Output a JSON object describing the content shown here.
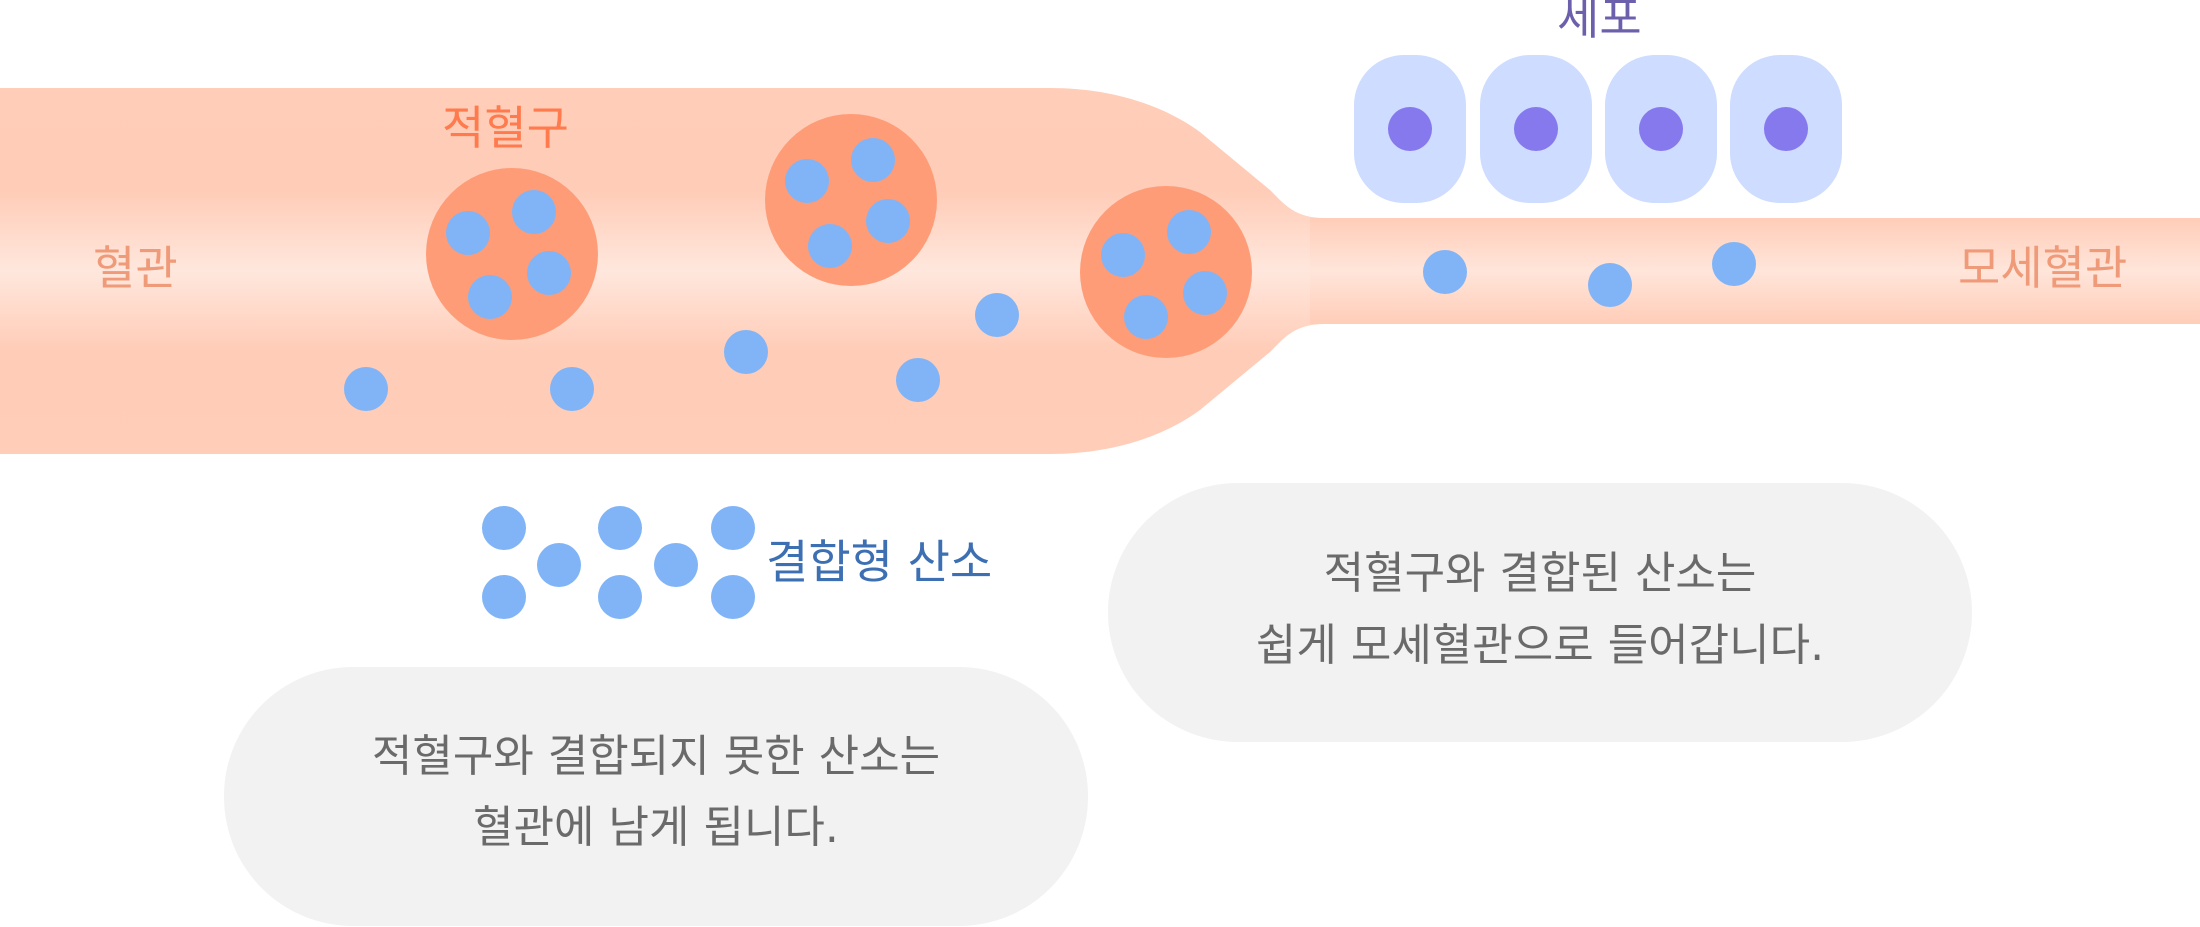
{
  "labels": {
    "vessel": "혈관",
    "capillary": "모세혈관",
    "red_blood_cell": "적혈구",
    "cells": "세포",
    "bound_oxygen": "결합형 산소"
  },
  "notes": {
    "bound": {
      "line1": "적혈구와 결합된 산소는",
      "line2": "쉽게 모세혈관으로 들어갑니다."
    },
    "unbound": {
      "line1": "적혈구와 결합되지 못한 산소는",
      "line2": "혈관에 남게 됩니다."
    }
  },
  "colors": {
    "vessel": "#ffcdb8",
    "vessel_center": "#ffe7dd",
    "rbc": "#ff9c78",
    "oxygen": "#80b4f6",
    "cell": "#cddcff",
    "nucleus": "#8679ee",
    "bubble": "#f2f2f2",
    "label_vessel": "#ef9a78",
    "label_rbc": "#ff7a4c",
    "label_cell": "#6c60ad",
    "label_oxygen": "#3d6fb3",
    "text": "#6a6a6a"
  }
}
